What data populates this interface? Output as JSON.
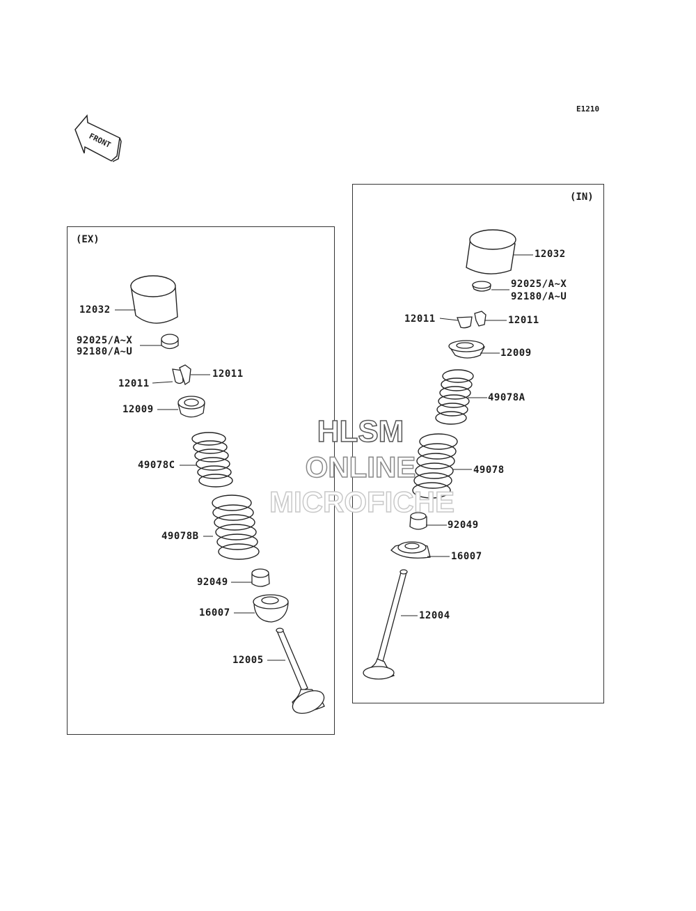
{
  "diagram_code": "E1210",
  "front_arrow_text": "FRONT",
  "watermark": [
    "HLSM",
    "ONLINE",
    "MICROFICHE"
  ],
  "ex_panel": {
    "title": "(EX)",
    "labels": {
      "tappet": "12032",
      "shim_a": "92025/A~X",
      "shim_b": "92180/A~U",
      "keeper_left": "12011",
      "keeper_right": "12011",
      "retainer": "12009",
      "spring_inner": "49078C",
      "spring_outer": "49078B",
      "seal": "92049",
      "seat": "16007",
      "valve": "12005"
    }
  },
  "in_panel": {
    "title": "(IN)",
    "labels": {
      "tappet": "12032",
      "shim_a": "92025/A~X",
      "shim_b": "92180/A~U",
      "keeper_left": "12011",
      "keeper_right": "12011",
      "retainer": "12009",
      "spring_inner": "49078A",
      "spring_outer": "49078",
      "seal": "92049",
      "seat": "16007",
      "valve": "12004"
    }
  }
}
